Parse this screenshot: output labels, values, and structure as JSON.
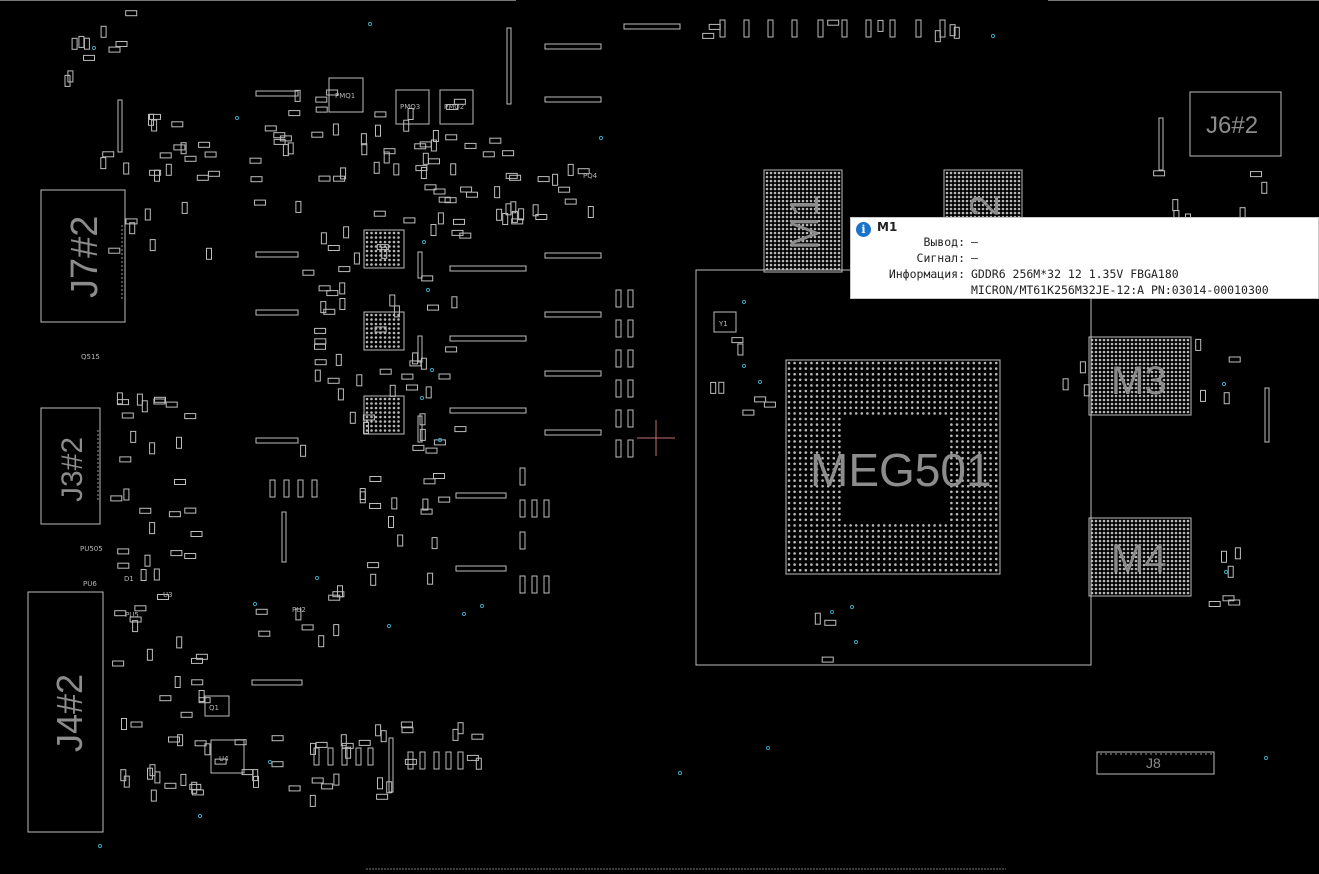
{
  "board": {
    "labels": {
      "j7": "J7#2",
      "j3": "J3#2",
      "j4": "J4#2",
      "j6": "J6#2",
      "j8": "J8",
      "m1": "M1",
      "m2": "M2",
      "m3": "M3",
      "m4": "M4",
      "gpu": "MEG501",
      "pmq1": "PMQ1",
      "pmq3": "PMQ3",
      "pmq2": "PMQ2",
      "y1": "Y1",
      "q1": "Q1",
      "u4": "U4",
      "u3": "U3",
      "d1": "D1",
      "pu6": "PU6",
      "pu5": "PU5",
      "pu2": "PU2",
      "pq4": "PQ4",
      "pu505": "PU505",
      "q515": "Q515"
    }
  },
  "tooltip": {
    "icon": "info-icon",
    "title": "M1",
    "pin_label": "Вывод:",
    "pin_value": "—",
    "signal_label": "Сигнал:",
    "signal_value": "—",
    "info_label": "Информация:",
    "info_line1": "GDDR6 256M*32 12 1.35V FBGA180",
    "info_line2": "MICRON/MT61K256M32JE-12:A PN:03014-00010300"
  }
}
